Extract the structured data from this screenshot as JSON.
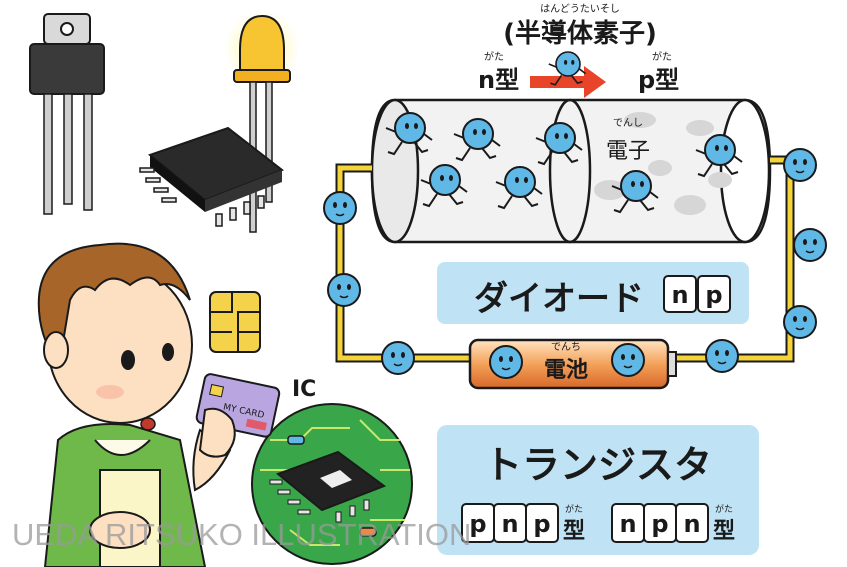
{
  "title": {
    "reading": "はんどうたいそし",
    "text": "(半導体素子)"
  },
  "n_type": {
    "reading": "がた",
    "label": "n型"
  },
  "p_type": {
    "reading": "がた",
    "label": "p型"
  },
  "electron": {
    "reading": "でんし",
    "label": "電子"
  },
  "diode": {
    "title": "ダイオード",
    "letters": [
      "n",
      "p"
    ]
  },
  "battery": {
    "reading": "でんち",
    "label": "電池"
  },
  "ic_label": "IC",
  "card_text": "MY CARD",
  "transistor": {
    "title": "トランジスタ",
    "groups": [
      {
        "letters": [
          "p",
          "n",
          "p"
        ],
        "reading": "がた",
        "suffix": "型"
      },
      {
        "letters": [
          "n",
          "p",
          "n"
        ],
        "reading": "がた",
        "suffix": "型"
      }
    ]
  },
  "watermark": "UEDA RITSUKO ILLUSTRATION",
  "colors": {
    "electron_blue": "#5fb8e6",
    "panel_blue": "#bfe3f4",
    "wire_yellow": "#f5d43a",
    "battery_orange": "#f08a3c",
    "arrow_red": "#e8442a",
    "board_green": "#39a64a",
    "shirt_green": "#6fb84a",
    "hair_brown": "#a8652a",
    "led_yellow": "#f7c531"
  },
  "icons": [
    "transistor-component-icon",
    "led-icon",
    "chip-icon",
    "sim-chip-icon",
    "ic-board-icon",
    "electron-character-icon",
    "battery-icon",
    "boy-character-icon"
  ]
}
